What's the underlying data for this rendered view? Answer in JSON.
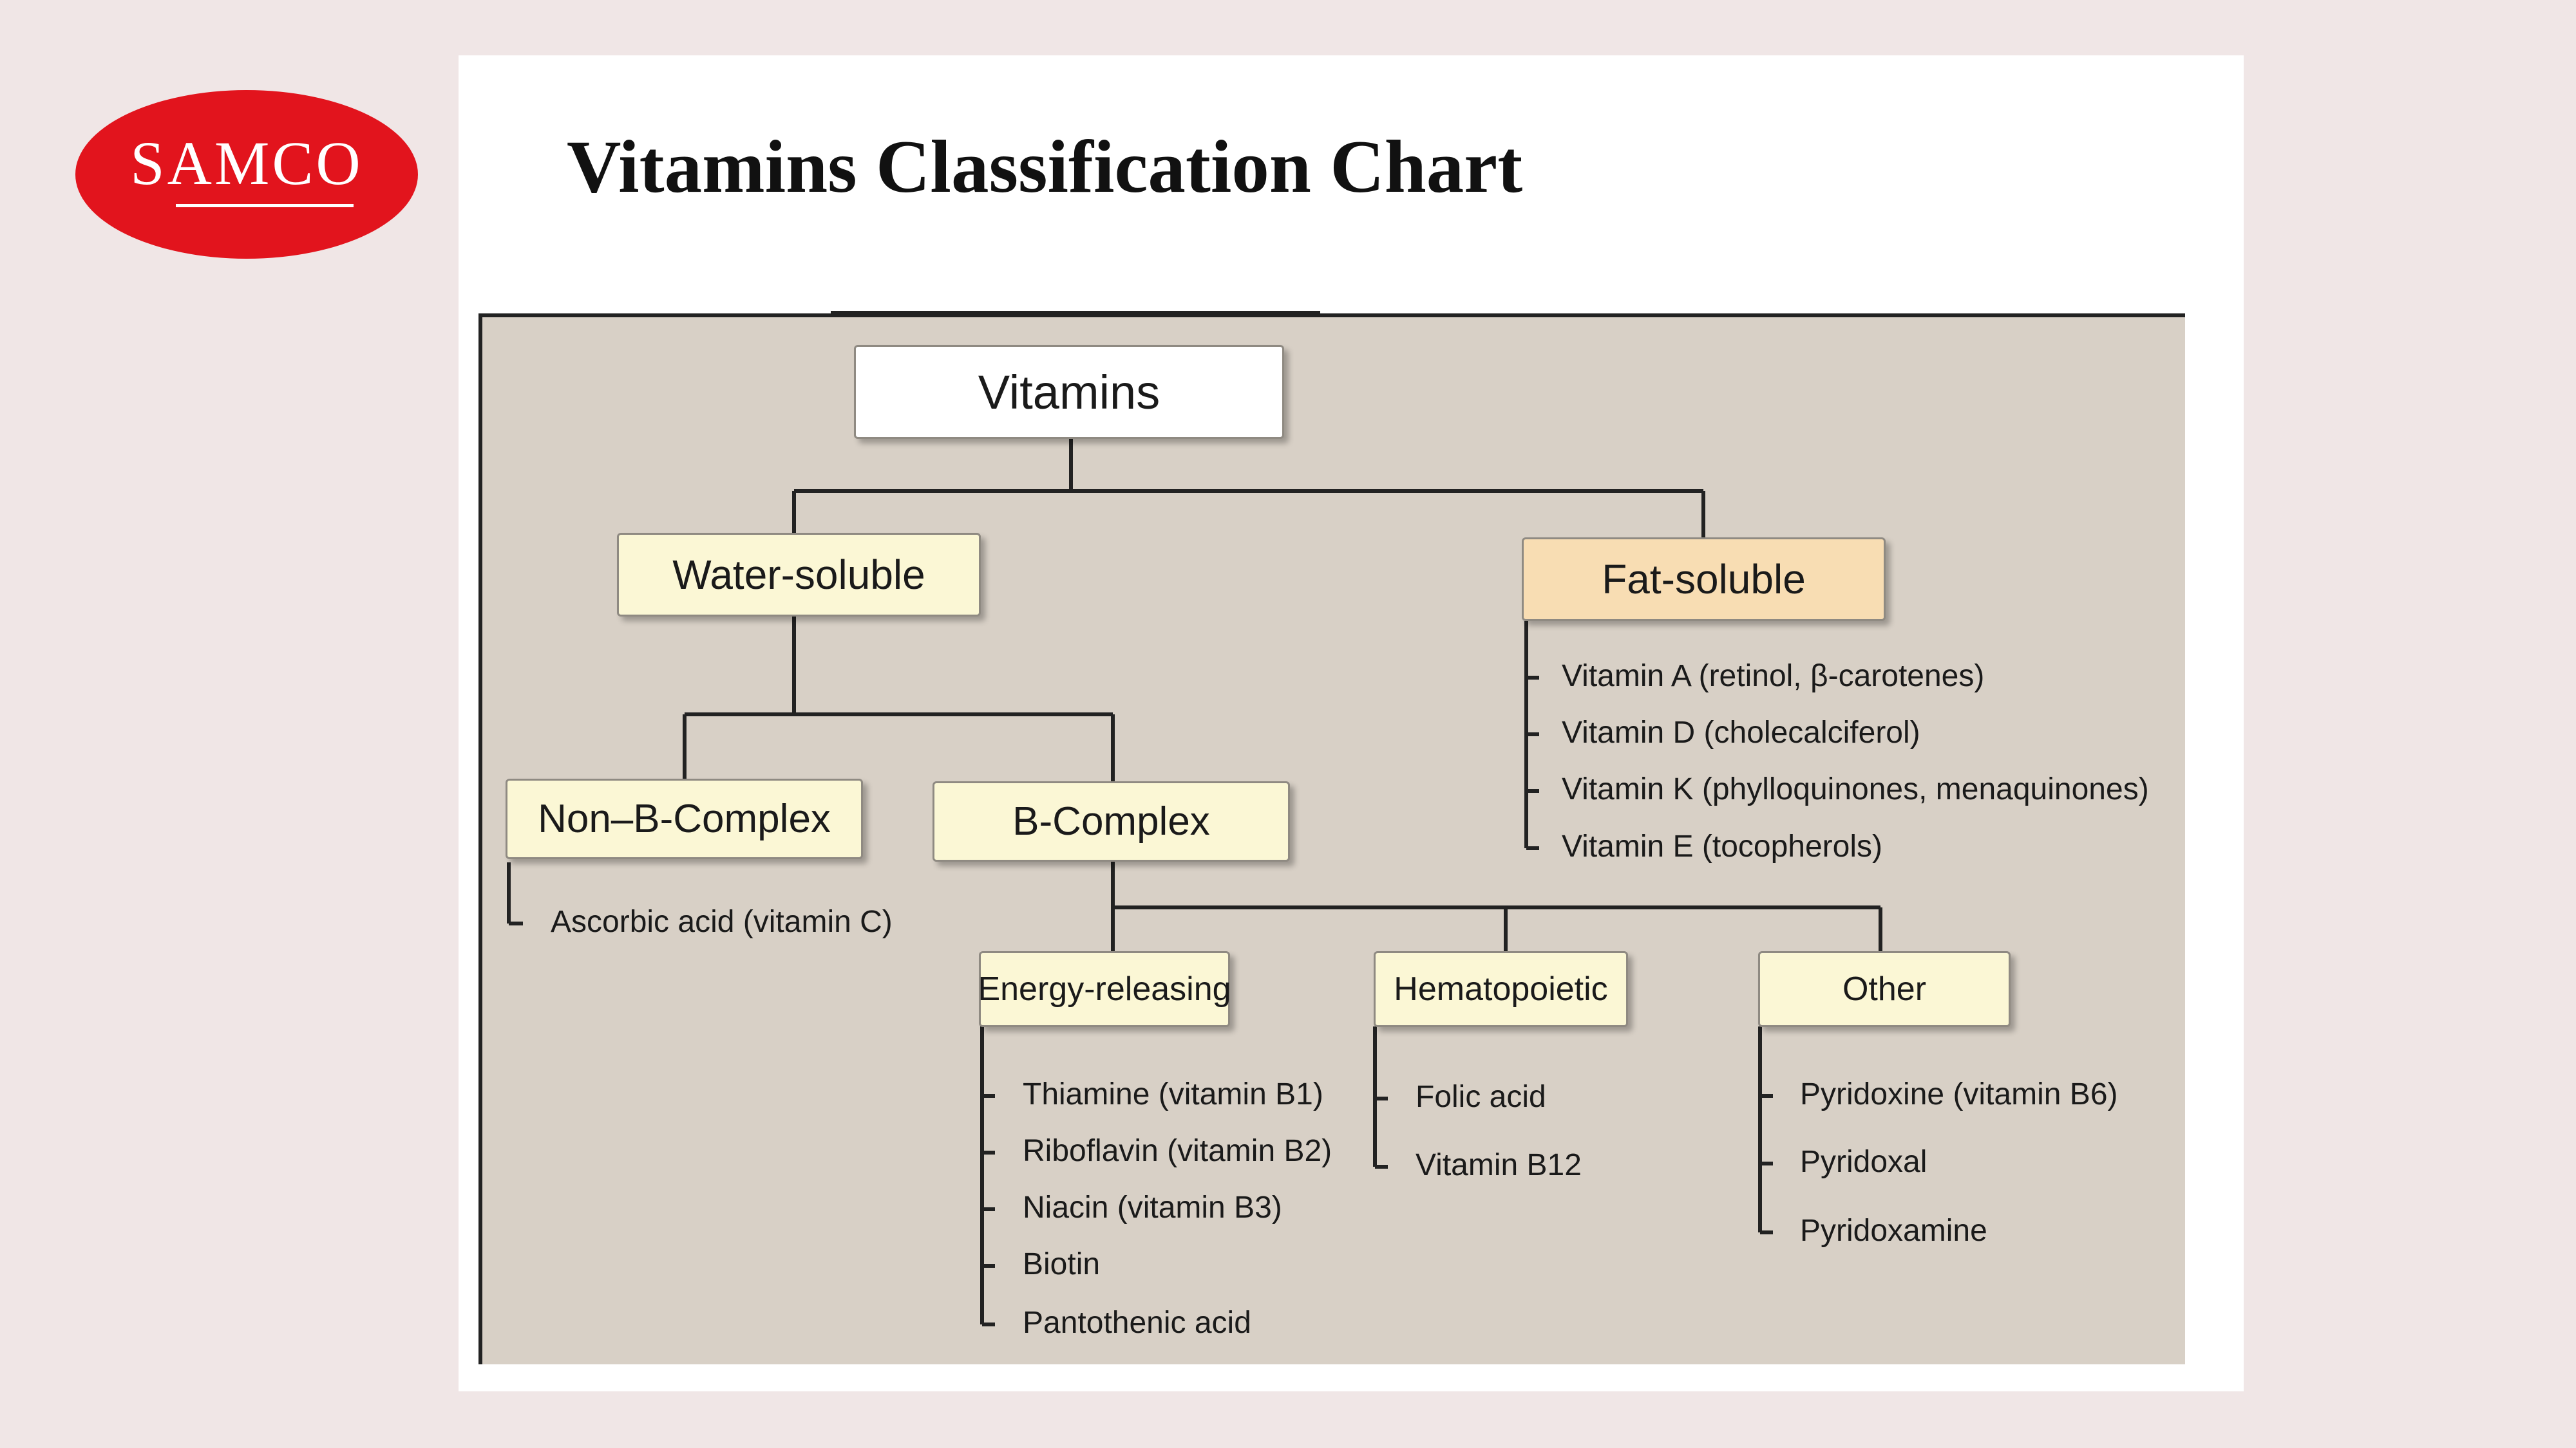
{
  "logo": {
    "text": "SAMCO"
  },
  "title": "Vitamins Classification Chart",
  "diagram": {
    "root": "Vitamins",
    "water_soluble": "Water-soluble",
    "fat_soluble": "Fat-soluble",
    "fat_items": [
      "Vitamin A (retinol, β-carotenes)",
      "Vitamin D (cholecalciferol)",
      "Vitamin K (phylloquinones, menaquinones)",
      "Vitamin E (tocopherols)"
    ],
    "non_b_complex": "Non–B-Complex",
    "non_b_items": [
      "Ascorbic acid (vitamin C)"
    ],
    "b_complex": "B-Complex",
    "energy_releasing": "Energy-releasing",
    "energy_items": [
      "Thiamine (vitamin B1)",
      "Riboflavin (vitamin B2)",
      "Niacin (vitamin B3)",
      "Biotin",
      "Pantothenic acid"
    ],
    "hematopoietic": "Hematopoietic",
    "hematopoietic_items": [
      "Folic acid",
      "Vitamin B12"
    ],
    "other": "Other",
    "other_items": [
      "Pyridoxine (vitamin B6)",
      "Pyridoxal",
      "Pyridoxamine"
    ]
  },
  "colors": {
    "logo_red": "#e2141d",
    "panel_bg": "#d8d0c6",
    "node_cream": "#fbf7d5",
    "node_peach": "#f8ddb3"
  }
}
